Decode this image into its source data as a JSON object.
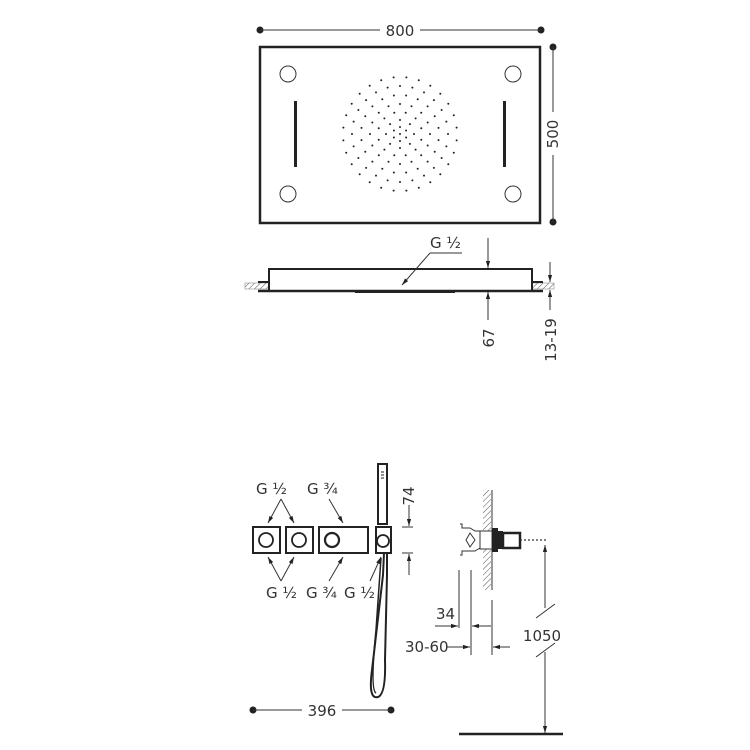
{
  "drawing": {
    "top_view": {
      "width_label": "800",
      "height_label": "500"
    },
    "side_view": {
      "inlet_label": "G ½",
      "thickness_label": "67",
      "ceiling_label": "13-19"
    },
    "front_view": {
      "top_labels": [
        "G ½",
        "G ¾"
      ],
      "bottom_labels": [
        "G ½",
        "G ¾",
        "G ½"
      ],
      "handset_label": "74",
      "width_label": "396"
    },
    "section_view": {
      "depth_label": "34",
      "wall_label": "30-60",
      "height_label": "1050"
    }
  },
  "colors": {
    "line": "#222222",
    "text": "#333333",
    "hatch": "#666666"
  }
}
